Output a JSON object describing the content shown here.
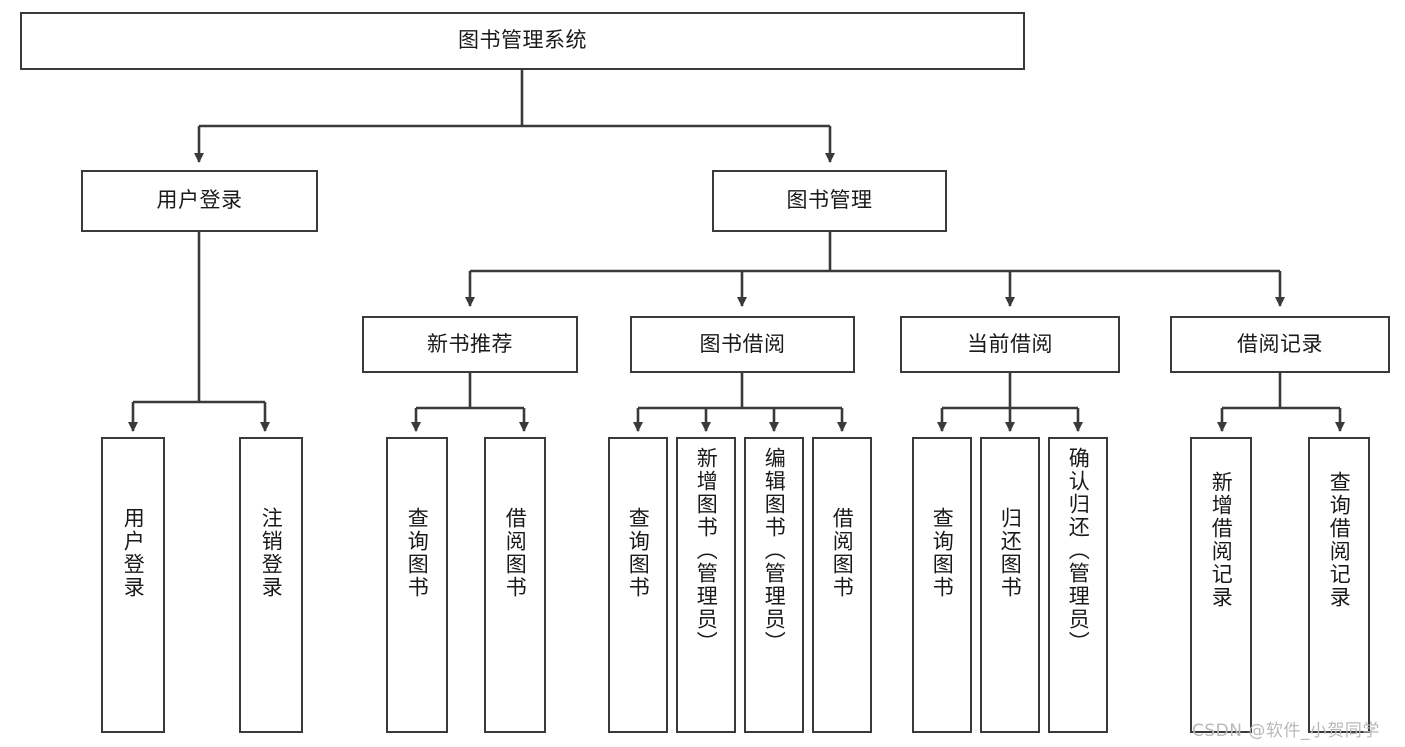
{
  "diagram": {
    "type": "tree-hierarchy",
    "title": "图书管理系统",
    "orientation": "top-down",
    "nodes": {
      "root": {
        "label": "图书管理系统"
      },
      "level2": [
        {
          "id": "user-login",
          "label": "用户登录"
        },
        {
          "id": "book-manage",
          "label": "图书管理"
        }
      ],
      "level3": [
        {
          "id": "new-book-rec",
          "label": "新书推荐"
        },
        {
          "id": "book-borrow",
          "label": "图书借阅"
        },
        {
          "id": "current-borrow",
          "label": "当前借阅"
        },
        {
          "id": "borrow-record",
          "label": "借阅记录"
        }
      ],
      "leaves": {
        "user_login": [
          {
            "id": "leaf-user-login",
            "label": "用户登录"
          },
          {
            "id": "leaf-user-logout",
            "label": "注销登录"
          }
        ],
        "new_book_rec": [
          {
            "id": "leaf-query-book-1",
            "label": "查询图书"
          },
          {
            "id": "leaf-borrow-book-1",
            "label": "借阅图书"
          }
        ],
        "book_borrow": [
          {
            "id": "leaf-query-book-2",
            "label": "查询图书"
          },
          {
            "id": "leaf-add-book",
            "label": "新增图书（管理员）"
          },
          {
            "id": "leaf-edit-book",
            "label": "编辑图书（管理员）"
          },
          {
            "id": "leaf-borrow-book-2",
            "label": "借阅图书"
          }
        ],
        "current_borrow": [
          {
            "id": "leaf-query-book-3",
            "label": "查询图书"
          },
          {
            "id": "leaf-return-book",
            "label": "归还图书"
          },
          {
            "id": "leaf-confirm-return",
            "label": "确认归还（管理员）"
          }
        ],
        "borrow_record": [
          {
            "id": "leaf-add-record",
            "label": "新增借阅记录"
          },
          {
            "id": "leaf-query-record",
            "label": "查询借阅记录"
          }
        ]
      }
    },
    "colors": {
      "stroke": "#3a3a3a",
      "fill": "#ffffff",
      "text": "#1a1a1a",
      "watermark": "#b9b9b9"
    }
  },
  "watermark": {
    "text": "CSDN @软件_小贺同学"
  }
}
